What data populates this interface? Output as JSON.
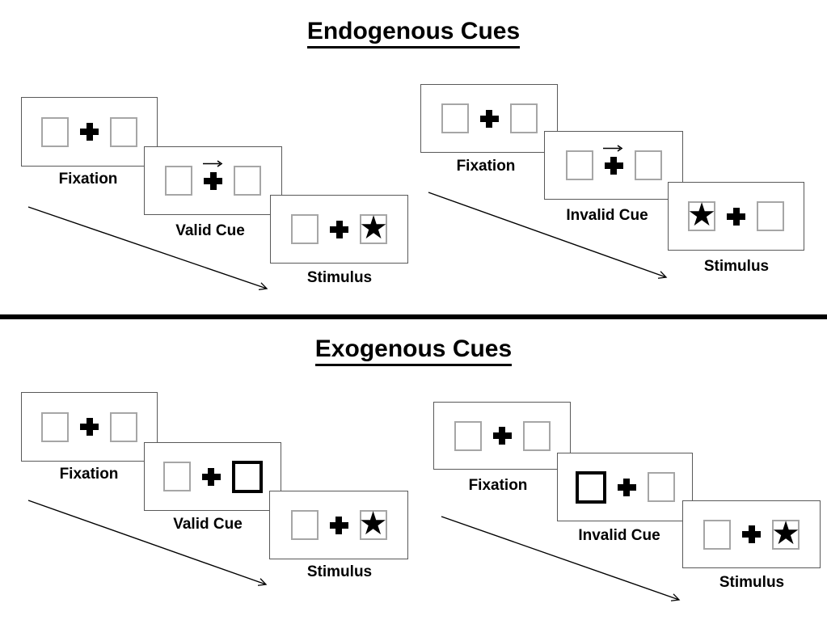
{
  "diagram": {
    "sections": [
      {
        "title": "Endogenous Cues",
        "sequences": [
          {
            "name": "valid",
            "cue_type": "central-arrow",
            "stimulus_side": "right",
            "panels": [
              {
                "label": "Fixation"
              },
              {
                "label": "Valid Cue"
              },
              {
                "label": "Stimulus"
              }
            ]
          },
          {
            "name": "invalid",
            "cue_type": "central-arrow",
            "stimulus_side": "left",
            "panels": [
              {
                "label": "Fixation"
              },
              {
                "label": "Invalid Cue"
              },
              {
                "label": "Stimulus"
              }
            ]
          }
        ]
      },
      {
        "title": "Exogenous Cues",
        "sequences": [
          {
            "name": "valid",
            "cue_type": "peripheral-box-highlight-right",
            "stimulus_side": "right",
            "panels": [
              {
                "label": "Fixation"
              },
              {
                "label": "Valid Cue"
              },
              {
                "label": "Stimulus"
              }
            ]
          },
          {
            "name": "invalid",
            "cue_type": "peripheral-box-highlight-left",
            "stimulus_side": "right",
            "panels": [
              {
                "label": "Fixation"
              },
              {
                "label": "Invalid Cue"
              },
              {
                "label": "Stimulus"
              }
            ]
          }
        ]
      }
    ],
    "icons": {
      "star": "★"
    },
    "colors": {
      "ink": "#000000",
      "panel_border": "#595959",
      "square_border": "#a6a6a6"
    }
  }
}
